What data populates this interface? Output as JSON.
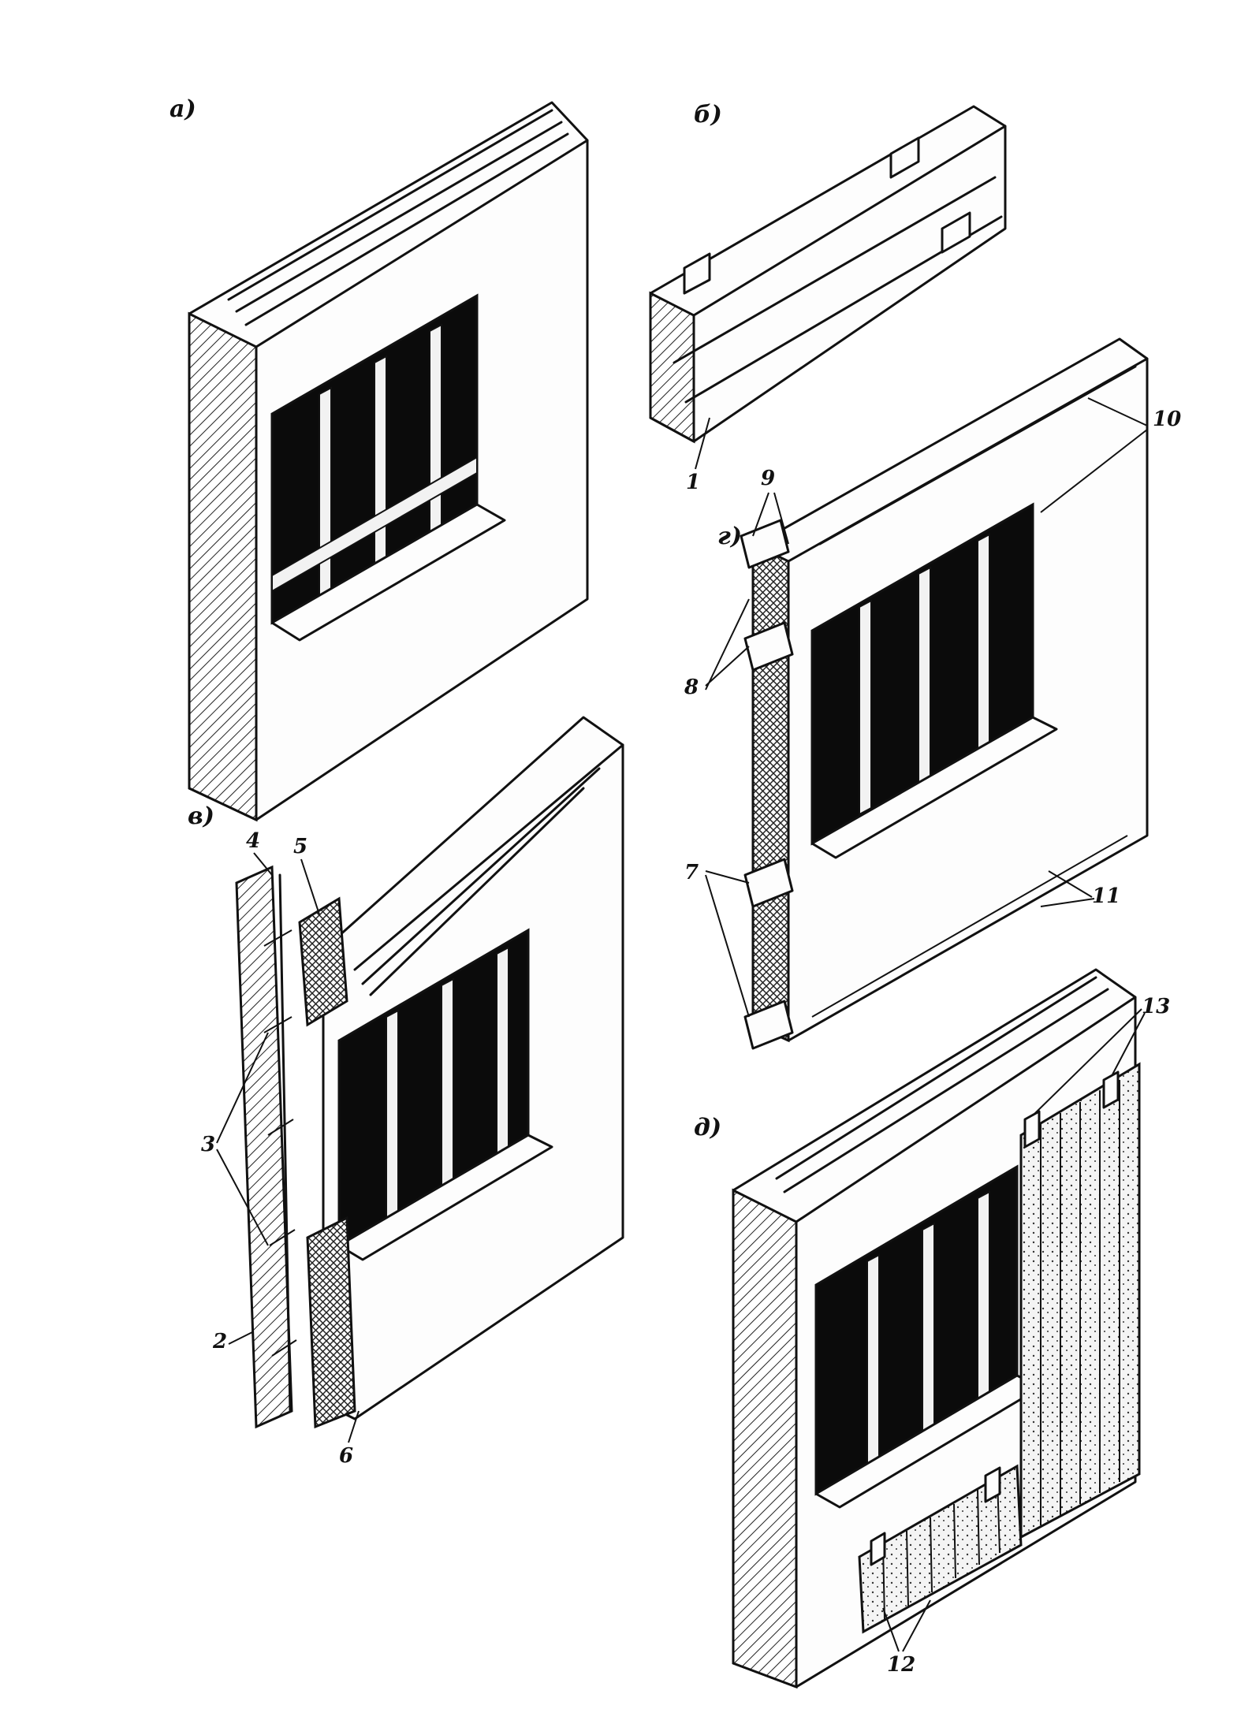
{
  "figures": [
    {
      "id": "a",
      "label": "а)"
    },
    {
      "id": "b",
      "label": "б)"
    },
    {
      "id": "v",
      "label": "в)"
    },
    {
      "id": "g",
      "label": "г)"
    },
    {
      "id": "d",
      "label": "д)"
    }
  ],
  "callouts": {
    "n1": "1",
    "n2": "2",
    "n3": "3",
    "n4": "4",
    "n5": "5",
    "n6": "6",
    "n7": "7",
    "n8": "8",
    "n9": "9",
    "n10": "10",
    "n11": "11",
    "n12": "12",
    "n13": "13"
  },
  "colors": {
    "ink": "#111111",
    "glass": "#0b0b0b",
    "paper": "#ffffff"
  }
}
